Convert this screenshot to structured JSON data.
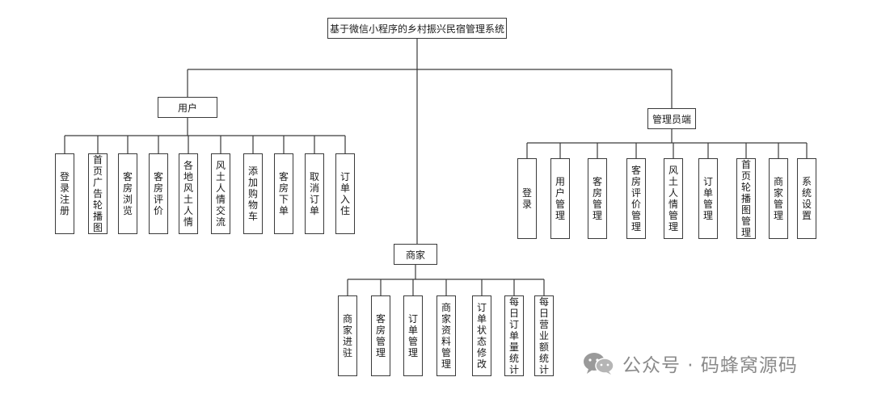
{
  "root": "基于微信小程序的乡村振兴民宿管理系统",
  "groups": [
    {
      "label": "用户",
      "children": [
        "登录注册",
        "首页广告轮播图",
        "客房浏览",
        "客房评价",
        "各地风土人情",
        "风土人情交流",
        "添加购物车",
        "客房下单",
        "取消订单",
        "订单入住"
      ]
    },
    {
      "label": "商家",
      "children": [
        "商家进驻",
        "客房管理",
        "订单管理",
        "商家资料管理",
        "订单状态修改",
        "每日订单量统计",
        "每日营业额统计"
      ]
    },
    {
      "label": "管理员端",
      "children": [
        "登录",
        "用户管理",
        "客房管理",
        "客房评价管理",
        "风土人情管理",
        "订单管理",
        "首页轮播图管理",
        "商家管理",
        "系统设置"
      ]
    }
  ],
  "watermark": {
    "text": "公众号 · 码蜂窝源码",
    "icon": "wechat-icon"
  }
}
